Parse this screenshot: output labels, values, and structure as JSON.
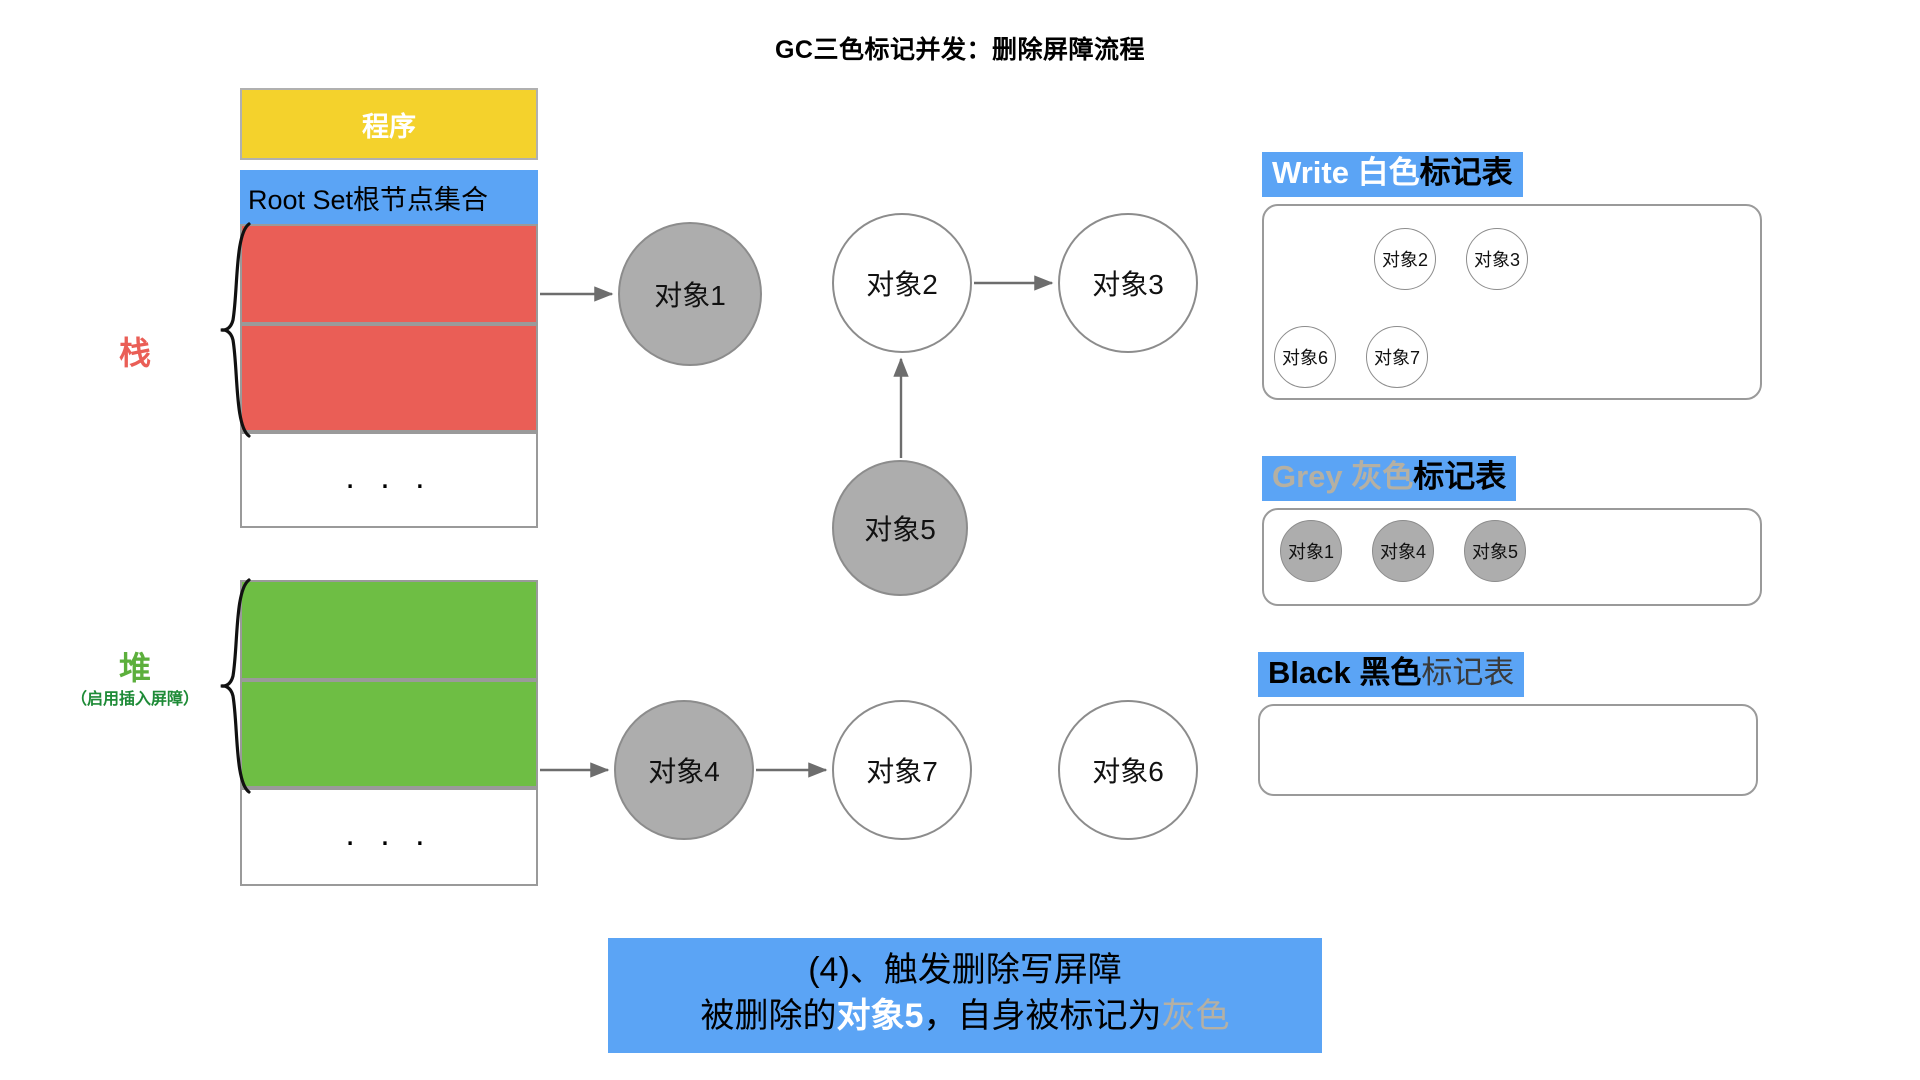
{
  "title": "GC三色标记并发：删除屏障流程",
  "memory": {
    "program_label": "程序",
    "root_set_label": "Root Set根节点集合",
    "ellipsis": ". . .",
    "stack_label": "栈",
    "heap_label": "堆",
    "heap_sublabel": "（启用插入屏障）"
  },
  "objects": [
    {
      "id": "obj-1",
      "label": "对象1",
      "color": "grey"
    },
    {
      "id": "obj-2",
      "label": "对象2",
      "color": "white"
    },
    {
      "id": "obj-3",
      "label": "对象3",
      "color": "white"
    },
    {
      "id": "obj-5",
      "label": "对象5",
      "color": "grey"
    },
    {
      "id": "obj-4",
      "label": "对象4",
      "color": "grey"
    },
    {
      "id": "obj-7",
      "label": "对象7",
      "color": "white"
    },
    {
      "id": "obj-6",
      "label": "对象6",
      "color": "white"
    }
  ],
  "mark_tables": [
    {
      "key": "white",
      "header_en": "Write",
      "header_cn": "白色",
      "header_tail": "标记表",
      "items": [
        "对象2",
        "对象3",
        "对象6",
        "对象7"
      ],
      "token_color": "white"
    },
    {
      "key": "grey",
      "header_en": "Grey",
      "header_cn": "灰色",
      "header_tail": "标记表",
      "items": [
        "对象1",
        "对象4",
        "对象5"
      ],
      "token_color": "grey"
    },
    {
      "key": "black",
      "header_en": "Black",
      "header_cn": "黑色",
      "header_tail": "标记表",
      "items": [],
      "token_color": "black"
    }
  ],
  "caption": {
    "line1": "(4)、触发删除写屏障",
    "line2_a": "被删除的",
    "line2_b": "对象5",
    "line2_c": "，自身被标记为",
    "line2_d": "灰色"
  },
  "colors": {
    "program_yellow": "#F4D22C",
    "root_blue": "#5BA4F5",
    "stack_red": "#EA5E56",
    "heap_green": "#6EBE44",
    "object_grey": "#ADADAD",
    "header_blue": "#5BA4F5"
  }
}
